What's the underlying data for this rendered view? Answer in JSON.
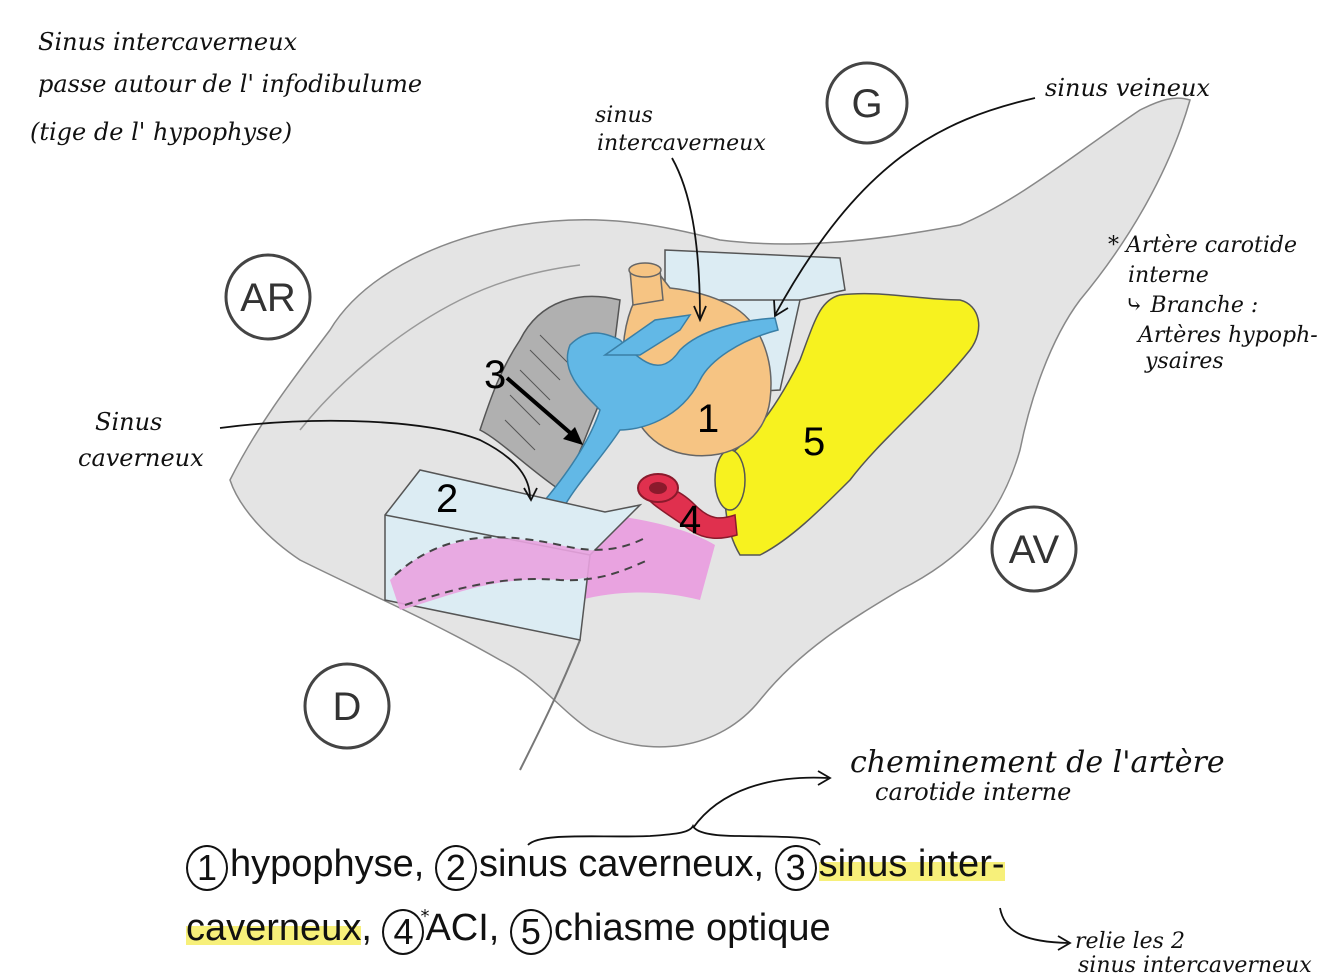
{
  "orientation_labels": {
    "g": "G",
    "ar": "AR",
    "av": "AV",
    "d": "D"
  },
  "structure_numbers": [
    "1",
    "2",
    "3",
    "4",
    "5"
  ],
  "handwritten_notes": {
    "top_left": [
      "Sinus intercaverneux",
      "passe autour de l' infodibulume",
      "(tige de l' hypophyse)"
    ],
    "intercavernous": [
      "sinus",
      "intercaverneux"
    ],
    "venous": "sinus veineux",
    "cavernous": [
      "Sinus",
      "caverneux"
    ],
    "carotid": [
      "* Artère carotide",
      "interne",
      "⤷ Branche :",
      "Artères hypoph-",
      "ysaires"
    ],
    "path": [
      "cheminement de l'artère",
      "carotide interne"
    ],
    "links": [
      "relie les 2",
      "sinus intercaverneux"
    ]
  },
  "legend": {
    "item1_num": "1",
    "item1_text": "hypophyse,",
    "item2_num": "2",
    "item2_text": "sinus caverneux,",
    "item3_num": "3",
    "item3_text_a": "sinus inter-",
    "item3_text_b": "caverneux",
    "comma": ",",
    "item4_num": "4",
    "item4_star": "*",
    "item4_text": "ACI,",
    "item5_num": "5",
    "item5_text": "chiasme optique"
  },
  "colors": {
    "bone": "#e4e4e4",
    "sinus_box": "#dcecf3",
    "hypophysis": "#f6c483",
    "venous_sinus": "#62b8e6",
    "carotid": "#e0304e",
    "carotid_path": "#e9a3e0",
    "chiasm": "#f7f21f",
    "highlight": "#f7f07a"
  }
}
